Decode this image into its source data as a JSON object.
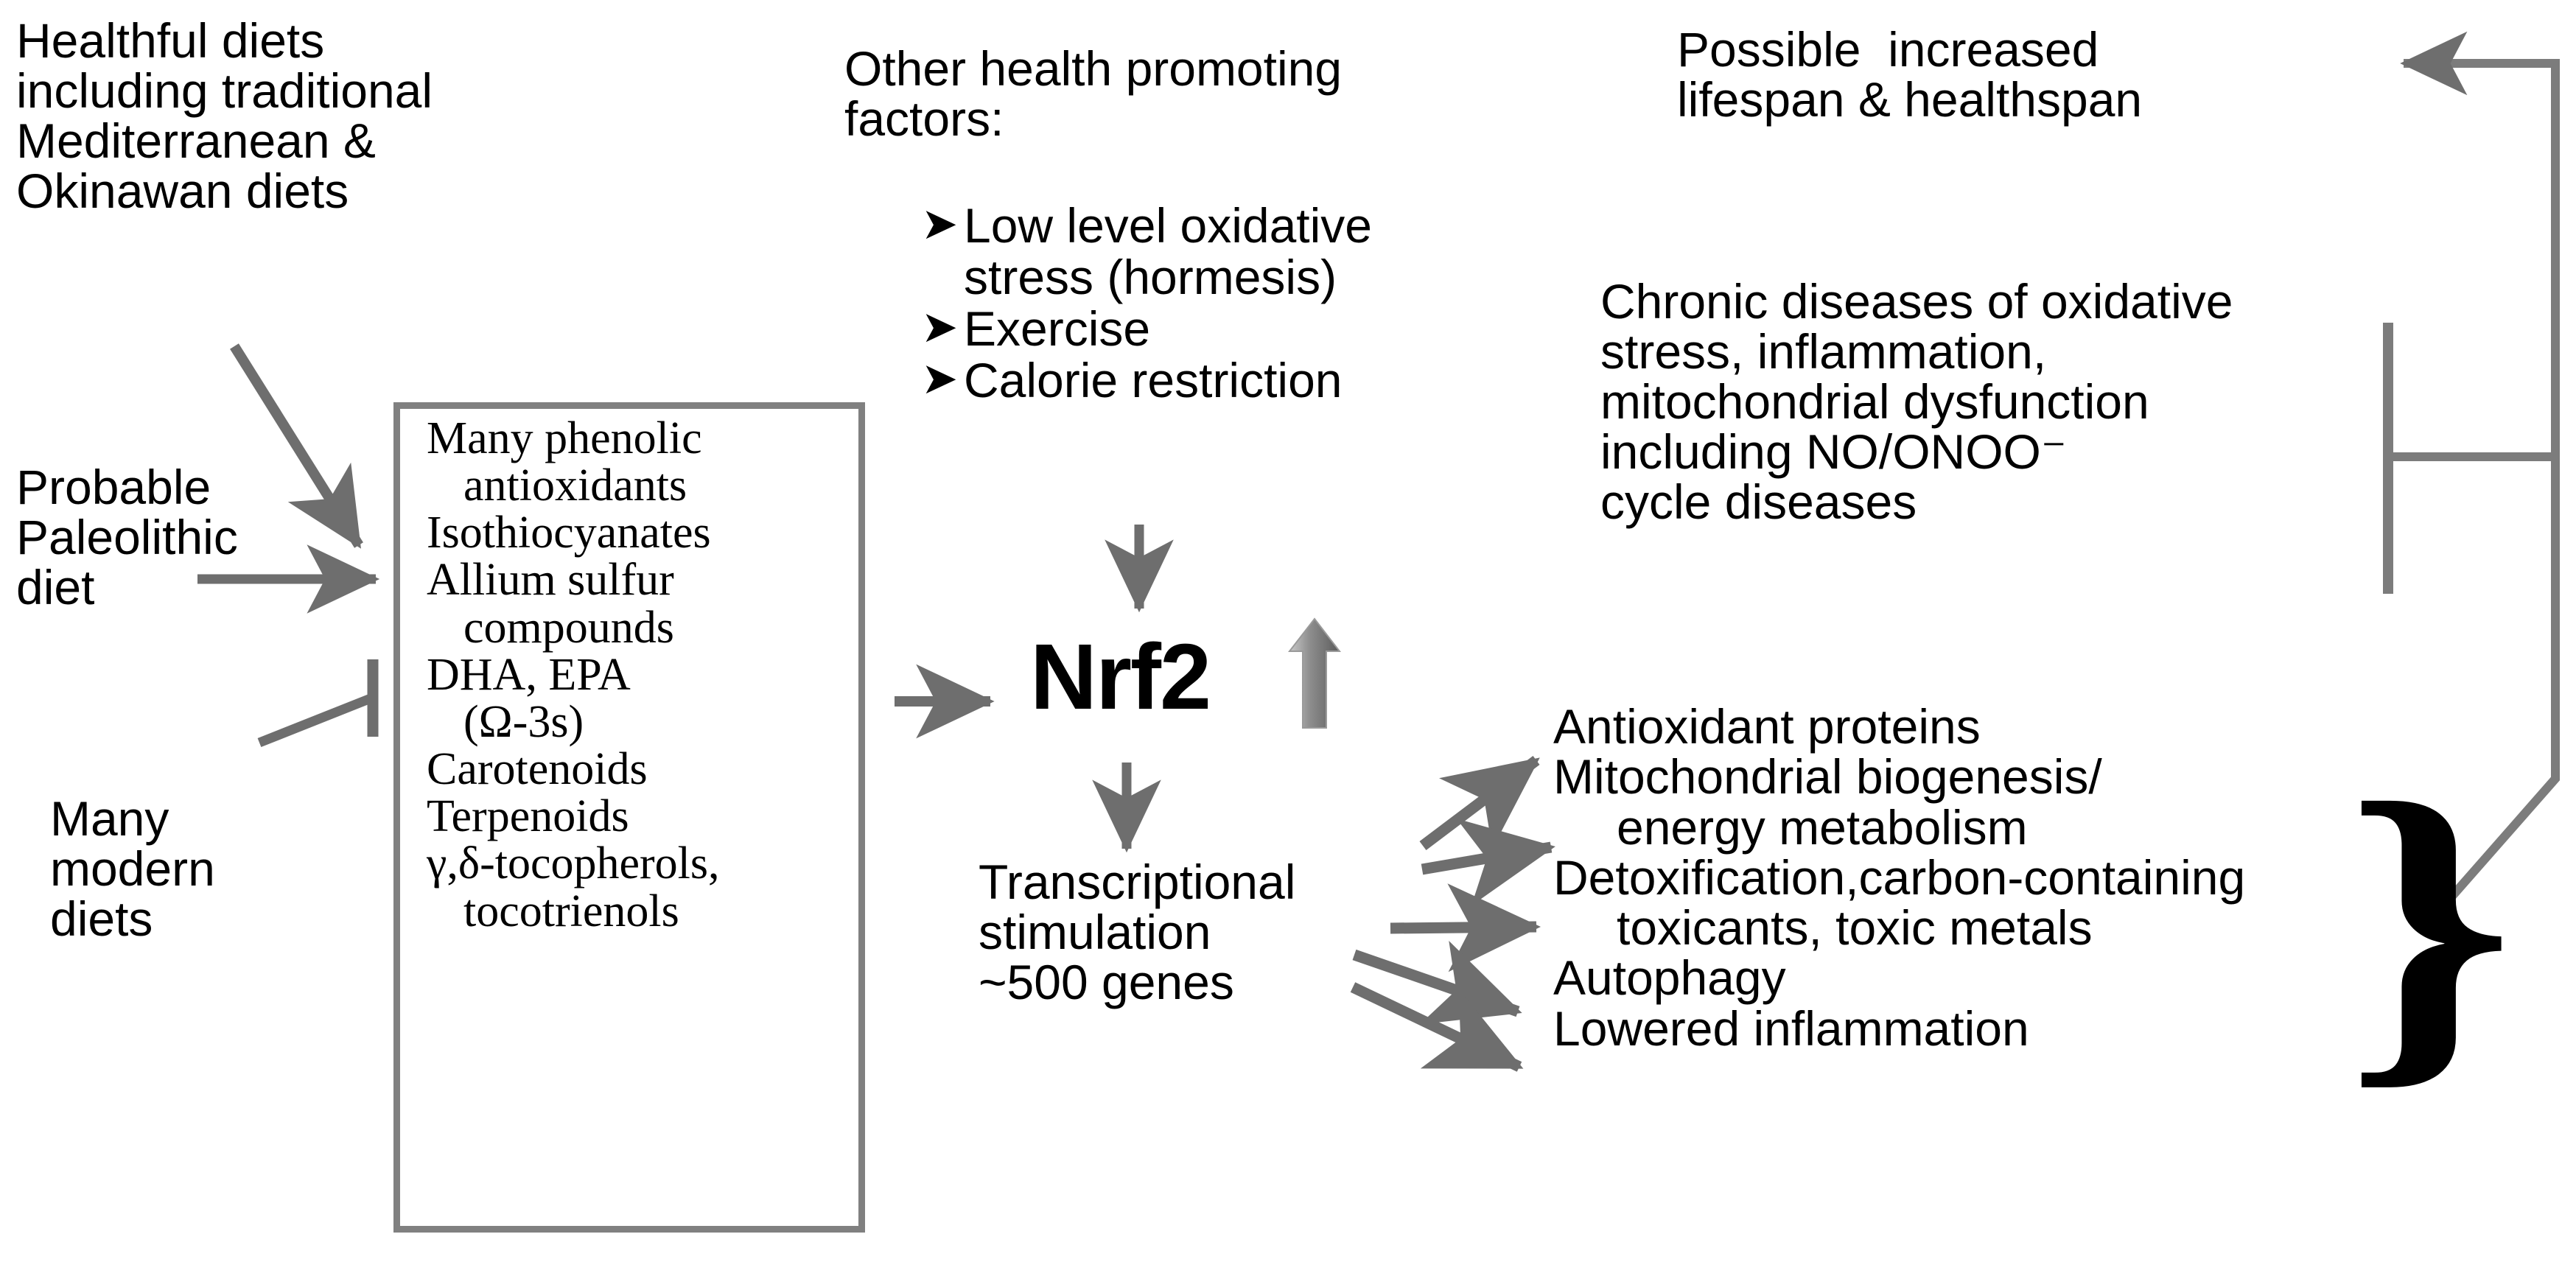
{
  "left_column": {
    "healthful_diets": "Healthful diets\nincluding traditional\nMediterranean &\nOkinawan diets",
    "probable_paleolithic": "Probable\nPaleolithic\ndiet",
    "many_modern_diets": "Many\nmodern\ndiets"
  },
  "phytochemical_box": {
    "items": [
      {
        "text": "Many phenolic",
        "continuation": false
      },
      {
        "text": "antioxidants",
        "continuation": true
      },
      {
        "text": "Isothiocyanates",
        "continuation": false
      },
      {
        "text": "Allium sulfur",
        "continuation": false
      },
      {
        "text": "compounds",
        "continuation": true
      },
      {
        "text": "DHA, EPA",
        "continuation": false
      },
      {
        "text": "(Ω-3s)",
        "continuation": true
      },
      {
        "text": "Carotenoids",
        "continuation": false
      },
      {
        "text": "Terpenoids",
        "continuation": false
      },
      {
        "text": "γ,δ-tocopherols,",
        "continuation": false
      },
      {
        "text": "tocotrienols",
        "continuation": true
      }
    ]
  },
  "middle_column": {
    "other_factors_title": "Other health promoting\nfactors:",
    "bullet_glyph": "➤",
    "other_factors": [
      "Low level oxidative\nstress (hormesis)",
      "Exercise",
      "Calorie restriction"
    ],
    "nrf2_label": "Nrf2",
    "nrf2_up_arrow_icon": "up-arrow-icon",
    "transcriptional": "Transcriptional\nstimulation\n~500 genes"
  },
  "right_column": {
    "possible_increase": "Possible  increased\nlifespan & healthspan",
    "chronic_diseases": "Chronic diseases of oxidative\nstress, inflammation,\nmitochondrial dysfunction\nincluding NO/ONOO⁻\ncycle diseases",
    "outcomes": [
      {
        "text": "Antioxidant proteins",
        "continuation": false
      },
      {
        "text": "Mitochondrial biogenesis/",
        "continuation": false
      },
      {
        "text": "energy metabolism",
        "continuation": true
      },
      {
        "text": "Detoxification,carbon-containing",
        "continuation": false
      },
      {
        "text": "toxicants, toxic metals",
        "continuation": true
      },
      {
        "text": "Autophagy",
        "continuation": false
      },
      {
        "text": "Lowered inflammation",
        "continuation": false
      }
    ],
    "brace_glyph": "}"
  },
  "colors": {
    "arrow_gray": "#6e6e6e",
    "box_border_gray": "#808080",
    "text_black": "#000000",
    "background": "#ffffff"
  },
  "connectors": [
    {
      "name": "healthful-diets-to-box",
      "kind": "arrow"
    },
    {
      "name": "paleolithic-diet-to-box",
      "kind": "arrow"
    },
    {
      "name": "modern-diets-inhibits-box",
      "kind": "inhibition"
    },
    {
      "name": "box-to-nrf2",
      "kind": "arrow"
    },
    {
      "name": "other-factors-to-nrf2",
      "kind": "arrow"
    },
    {
      "name": "nrf2-to-transcription",
      "kind": "arrow"
    },
    {
      "name": "transcription-to-antioxidant-proteins",
      "kind": "arrow"
    },
    {
      "name": "transcription-to-mitochondrial-biogenesis",
      "kind": "arrow"
    },
    {
      "name": "transcription-to-detoxification",
      "kind": "arrow"
    },
    {
      "name": "transcription-to-autophagy",
      "kind": "arrow"
    },
    {
      "name": "transcription-to-lowered-inflammation",
      "kind": "arrow"
    },
    {
      "name": "outcomes-to-lifespan",
      "kind": "arrow"
    },
    {
      "name": "outcomes-inhibits-chronic-diseases",
      "kind": "inhibition"
    }
  ]
}
